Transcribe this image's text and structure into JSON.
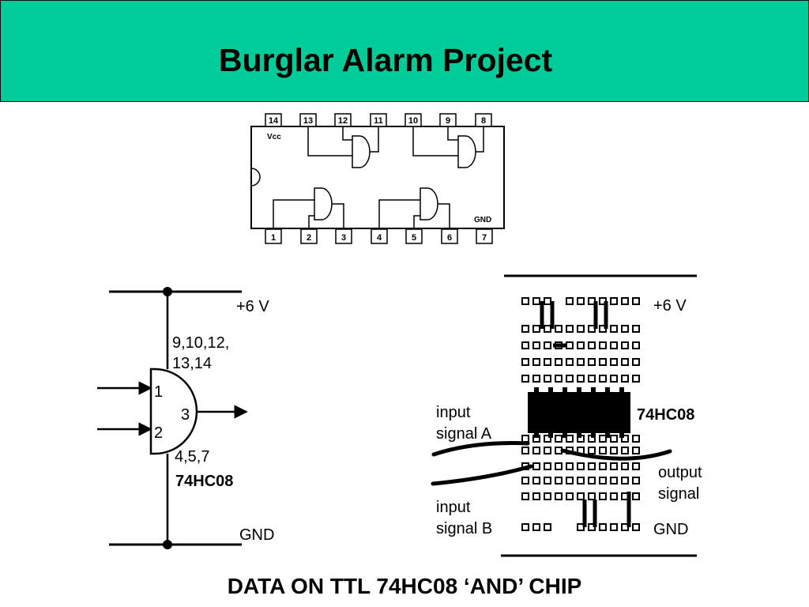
{
  "header": {
    "title": "Burglar Alarm Project",
    "background": "#00cc99"
  },
  "pinout": {
    "top_pins": [
      "14",
      "13",
      "12",
      "11",
      "10",
      "9",
      "8"
    ],
    "bottom_pins": [
      "1",
      "2",
      "3",
      "4",
      "5",
      "6",
      "7"
    ],
    "vcc_label": "Vcc",
    "gnd_label": "GND"
  },
  "gate": {
    "supply_label": "+6 V",
    "supply_pins": "9,10,12,",
    "supply_pins_2": "13,14",
    "input1": "1",
    "input2": "2",
    "output": "3",
    "ground_pins": "4,5,7",
    "chip_name": "74HC08",
    "ground_label": "GND"
  },
  "breadboard": {
    "supply_label": "+6 V",
    "chip_name": "74HC08",
    "input_a": [
      "input",
      "signal A"
    ],
    "input_b": [
      "input",
      "signal B"
    ],
    "output": [
      "output",
      "signal"
    ],
    "ground_label": "GND"
  },
  "footer": {
    "caption": "DATA ON TTL 74HC08 ‘AND’ CHIP"
  }
}
